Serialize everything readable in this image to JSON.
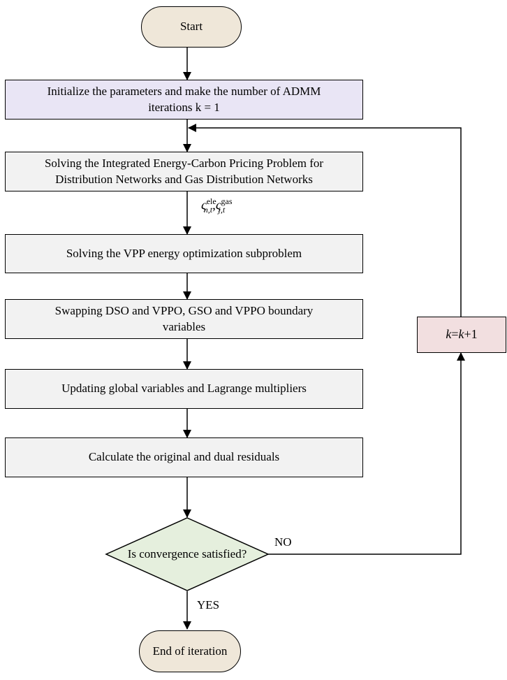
{
  "colors": {
    "terminal_fill": "#efe7d9",
    "init_fill": "#e9e5f5",
    "process_fill": "#f2f2f2",
    "decision_fill": "#e5efdd",
    "update_fill": "#f2dfe0",
    "stroke": "#000000"
  },
  "nodes": {
    "start": "Start",
    "init_line1": "Initialize the parameters and make the number of ADMM",
    "init_line2": "iterations k = 1",
    "pricing_line1": "Solving the Integrated Energy-Carbon Pricing Problem for",
    "pricing_line2": "Distribution Networks and Gas Distribution Networks",
    "vpp": "Solving the VPP energy optimization subproblem",
    "swap_line1": "Swapping DSO and VPPO, GSO and VPPO boundary",
    "swap_line2": "variables",
    "update_global": "Updating global variables and Lagrange multipliers",
    "residuals": "Calculate the original and dual residuals",
    "decision": "Is convergence satisfied?",
    "end": "End of iteration",
    "k_update": {
      "k1": "k",
      "eq": "=",
      "k2": "k",
      "plus": "+1"
    }
  },
  "edges": {
    "no_label": "NO",
    "yes_label": "YES",
    "price_signal": {
      "sym1": "ς",
      "sub1": "n,t",
      "sup1": "ele",
      "sep": ",",
      "sym2": "ς",
      "sub2": "j,t",
      "sup2": "gas"
    }
  }
}
